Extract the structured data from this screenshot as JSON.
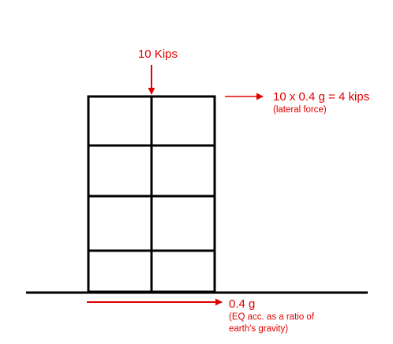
{
  "colors": {
    "frame": "#000000",
    "annotation": "#e00000",
    "background": "#ffffff"
  },
  "annotations": {
    "vertical_load": "10 Kips",
    "lateral_force_equation": "10 x 0.4 g = 4 kips",
    "lateral_force_note": "(lateral force)",
    "ground_acceleration": "0.4 g",
    "ground_note_line1": "(EQ acc. as a  ratio of",
    "ground_note_line2": "earth's gravity)"
  }
}
